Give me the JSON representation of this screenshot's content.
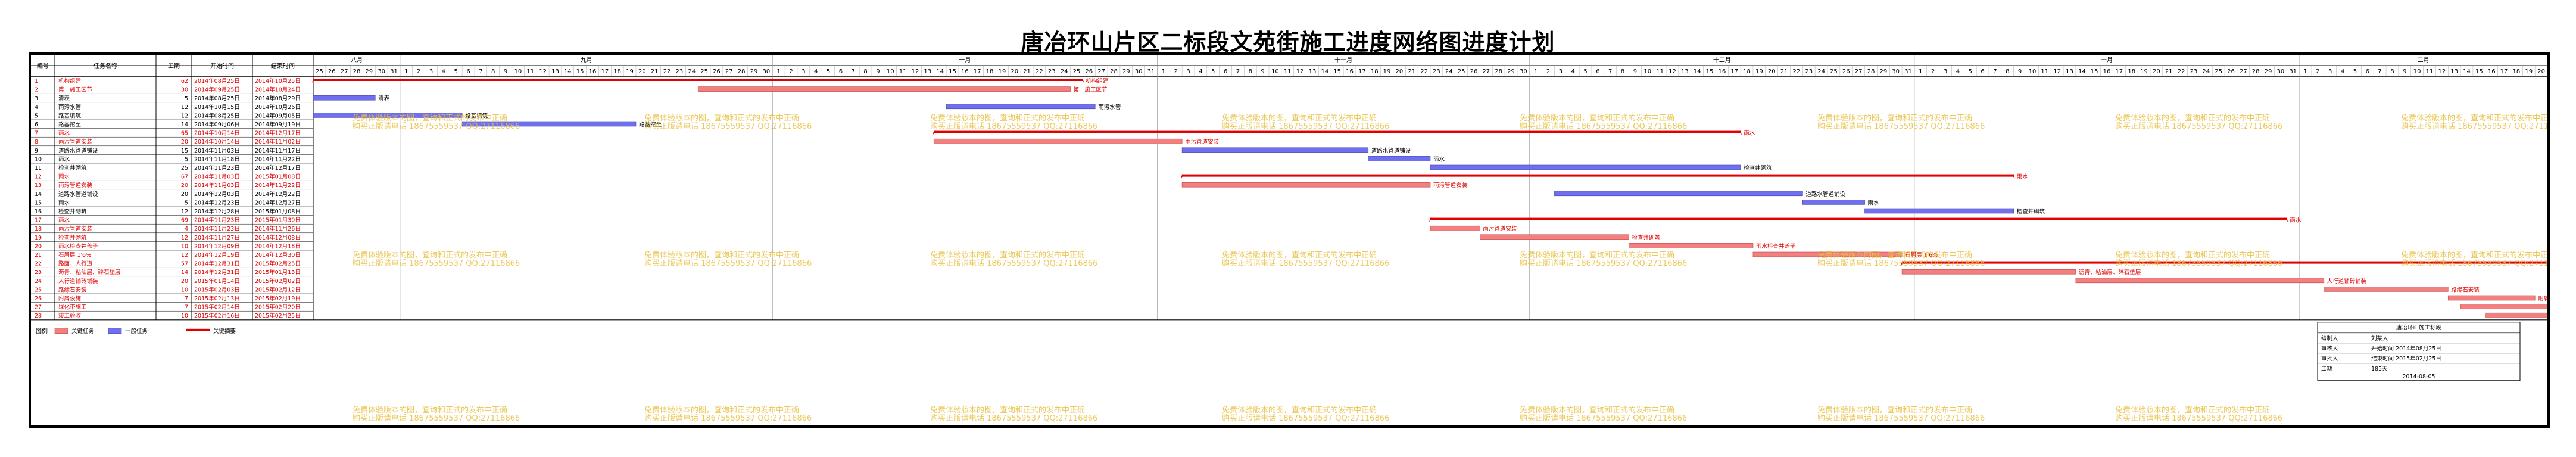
{
  "title": "唐冶环山片区二标段文苑街施工进度网络图进度计划",
  "headers": {
    "no": "编号",
    "name": "任务名称",
    "days": "工期",
    "start": "开始时间",
    "end": "结束时间"
  },
  "chart_data": {
    "type": "gantt",
    "title": "唐冶环山片区二标段文苑街施工进度网络图进度计划",
    "months": [
      {
        "label": "八月",
        "days": 7
      },
      {
        "label": "九月",
        "days": 30
      },
      {
        "label": "十月",
        "days": 31
      },
      {
        "label": "十一月",
        "days": 30
      },
      {
        "label": "十二月",
        "days": 31
      },
      {
        "label": "一月",
        "days": 31
      },
      {
        "label": "二月",
        "days": 20
      }
    ],
    "start_days": [
      25,
      26,
      27,
      28,
      29,
      30,
      31
    ],
    "tasks": [
      {
        "no": "1",
        "name": "机构组建",
        "days": "62",
        "start": "2014年08月25日",
        "end": "2014年10月25日",
        "critical": true
      },
      {
        "no": "2",
        "name": "第一施工区节",
        "days": "30",
        "start": "2014年09月25日",
        "end": "2014年10月24日",
        "critical": true
      },
      {
        "no": "3",
        "name": "清表",
        "days": "5",
        "start": "2014年08月25日",
        "end": "2014年08月29日",
        "critical": false
      },
      {
        "no": "4",
        "name": "雨污水管",
        "days": "12",
        "start": "2014年10月15日",
        "end": "2014年10月26日",
        "critical": false
      },
      {
        "no": "5",
        "name": "路基填筑",
        "days": "12",
        "start": "2014年08月25日",
        "end": "2014年09月05日",
        "critical": false
      },
      {
        "no": "6",
        "name": "路基挖至",
        "days": "14",
        "start": "2014年09月06日",
        "end": "2014年09月19日",
        "critical": false
      },
      {
        "no": "7",
        "name": "雨水",
        "days": "65",
        "start": "2014年10月14日",
        "end": "2014年12月17日",
        "critical": true
      },
      {
        "no": "8",
        "name": "雨污管道安装",
        "days": "20",
        "start": "2014年10月14日",
        "end": "2014年11月02日",
        "critical": true
      },
      {
        "no": "9",
        "name": "道路水管道铺设",
        "days": "15",
        "start": "2014年11月03日",
        "end": "2014年11月17日",
        "critical": false
      },
      {
        "no": "10",
        "name": "雨水",
        "days": "5",
        "start": "2014年11月18日",
        "end": "2014年11月22日",
        "critical": false
      },
      {
        "no": "11",
        "name": "检查井砌筑",
        "days": "25",
        "start": "2014年11月23日",
        "end": "2014年12月17日",
        "critical": false
      },
      {
        "no": "12",
        "name": "雨水",
        "days": "67",
        "start": "2014年11月03日",
        "end": "2015年01月08日",
        "critical": true
      },
      {
        "no": "13",
        "name": "雨污管道安装",
        "days": "20",
        "start": "2014年11月03日",
        "end": "2014年11月22日",
        "critical": true
      },
      {
        "no": "14",
        "name": "道路水管道铺设",
        "days": "20",
        "start": "2014年12月03日",
        "end": "2014年12月22日",
        "critical": false
      },
      {
        "no": "15",
        "name": "雨水",
        "days": "5",
        "start": "2014年12月23日",
        "end": "2014年12月27日",
        "critical": false
      },
      {
        "no": "16",
        "name": "检查井砌筑",
        "days": "12",
        "start": "2014年12月28日",
        "end": "2015年01月08日",
        "critical": false
      },
      {
        "no": "17",
        "name": "雨水",
        "days": "69",
        "start": "2014年11月23日",
        "end": "2015年01月30日",
        "critical": true
      },
      {
        "no": "18",
        "name": "雨污管道安装",
        "days": "4",
        "start": "2014年11月23日",
        "end": "2014年11月26日",
        "critical": true
      },
      {
        "no": "19",
        "name": "检查井砌筑",
        "days": "12",
        "start": "2014年11月27日",
        "end": "2014年12月08日",
        "critical": true
      },
      {
        "no": "20",
        "name": "雨水检查井盖子",
        "days": "10",
        "start": "2014年12月09日",
        "end": "2014年12月18日",
        "critical": true
      },
      {
        "no": "21",
        "name": "石屑层 1∶6%",
        "days": "12",
        "start": "2014年12月19日",
        "end": "2014年12月30日",
        "critical": true
      },
      {
        "no": "22",
        "name": "路面、人行道",
        "days": "57",
        "start": "2014年12月31日",
        "end": "2015年02月25日",
        "critical": true
      },
      {
        "no": "23",
        "name": "沥青、粘油层、碎石垫层",
        "days": "14",
        "start": "2014年12月31日",
        "end": "2015年01月13日",
        "critical": true
      },
      {
        "no": "24",
        "name": "人行道铺砖铺装",
        "days": "20",
        "start": "2015年01月14日",
        "end": "2015年02月02日",
        "critical": true
      },
      {
        "no": "25",
        "name": "路缘石安装",
        "days": "10",
        "start": "2015年02月03日",
        "end": "2015年02月12日",
        "critical": true
      },
      {
        "no": "26",
        "name": "附属设施",
        "days": "7",
        "start": "2015年02月13日",
        "end": "2015年02月19日",
        "critical": true
      },
      {
        "no": "27",
        "name": "绿化带施工",
        "days": "7",
        "start": "2015年02月14日",
        "end": "2015年02月20日",
        "critical": true
      },
      {
        "no": "28",
        "name": "竣工验收",
        "days": "10",
        "start": "2015年02月16日",
        "end": "2015年02月25日",
        "critical": true
      }
    ]
  },
  "legend": {
    "title": "图例",
    "critical": "关键任务",
    "normal": "一般任务",
    "summary": "关键摘要"
  },
  "info": {
    "company": "唐冶环山施工标段",
    "rows": [
      {
        "k": "编制人",
        "v": "刘某人"
      },
      {
        "k": "审核人",
        "v": "开始时间 2014年08月25日"
      },
      {
        "k": "审批人",
        "v": "结束时间 2015年02月25日"
      },
      {
        "k": "工期",
        "v": "185天"
      }
    ],
    "date": "2014-08-05"
  },
  "watermark": {
    "line1": "免费体验版本的图，查询和正式的发布中正确",
    "line2": "购买正版请电话 18675559537 QQ:27116866"
  },
  "colors": {
    "critical": "#e00000",
    "critical_bar": "#f28080",
    "normal_bar": "#7070ee"
  }
}
